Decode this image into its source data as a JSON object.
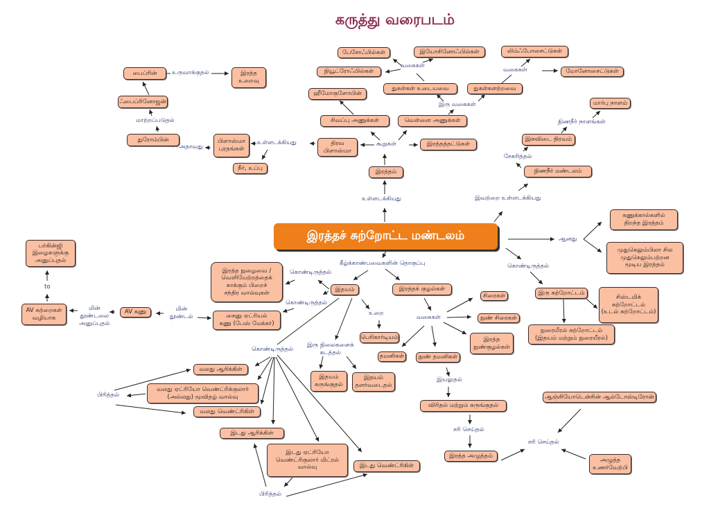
{
  "title": "கருத்து வரைபடம்",
  "central": "இரத்தச் சுற்றோட்ட மண்டலம்",
  "colors": {
    "box": "#fbbfa2",
    "central": "#ef7f1a",
    "title": "#8a2d52",
    "label": "#2b3770"
  },
  "nodes": {
    "fibrin": "பைப்ரின்",
    "clot": "இரத்த\nஉறைவு",
    "fibrinogen": "ஃபைப்ரினோஜன்",
    "thrombin": "துரோம்பின்",
    "plasma_proteins": "பிளாஸ்மா\nபுரதங்கள்",
    "water_salt": "நீர், உப்பு",
    "liquid_plasma": "திரவ\nபிளாஸ்மா",
    "blood": "இரத்தம்",
    "rbc": "சிவப்பு அணுக்கள்",
    "hemoglobin": "ஹீமோகுளோபின்",
    "wbc": "வெள்ளை அணுக்கள்",
    "platelets": "இரத்தத்தட்டுகள்",
    "granulocytes": "துகள்கள் உடையவை",
    "agranulocytes": "துகள்களற்றவை",
    "basophils": "பேசோஃபில்கள்",
    "neutrophils": "நியூட்ரோஃபில்கள்",
    "eosinophils": "இயோசினோஃபில்கள்",
    "lymphocytes": "லிம்ஃபோசைட்டுகள்",
    "monocytes": "மோனோசைட்டுகள்",
    "thoracic_duct": "மார்பு நாளம்",
    "tissue_fluid": "இசுவிடை திரவம்",
    "lymph_system": "நிணநீர் மண்டலம்",
    "open_blood": "கணுக்கால்களில்\nதிறந்த இரத்தம்",
    "closed_blood": "முதுகெலும்பிலா சில\nமுதுகெலும்பற்றன\nமூடிய இரத்தம்",
    "double_circ": "இரு சுற்றோட்டம்",
    "systemic": "சிஸ்டமிக்\nசுற்றோட்டம்\n(உடல் சுற்றோட்டம்)",
    "pulmonary": "நுரையீரல் சுற்றோட்டம்\n(இதயம் மற்றும் நுரையீரல்)",
    "heart": "இதயம்",
    "vessels": "இரத்தக் குழல்கள்",
    "veins": "சிரைகள்",
    "venules": "நுண் சிரைகள்",
    "capillaries": "இரத்த\nநுண்குழல்கள்",
    "arteries": "தமனிகள்",
    "arterioles": "நுண் தமனிகள்",
    "dilation": "விரிதல் மற்றும் சுருங்குதல்",
    "bp": "இரத்த அழுத்தம்",
    "angiotensin": "ஆஞ்சியோடென்சின் ஆல்டோஸ்டிரோன்",
    "baroreceptor": "அழுத்த\nஉணர்வேற்பி",
    "pericardium": "பெரிகார்டியம்",
    "systole": "இதயம்\nசுருங்குதல்",
    "diastole": "இதயம்\nதளர்வடைதல்",
    "valves": "இரத்த நுழைவை /\nவெளியேற்றத்தைக்\nகாக்கும் பிறைச்\nசந்திர வால்வுகள்",
    "sa_node": "சைனு ஏட்ரியல்\nகணு (பேஸ் மேக்கர்)",
    "av_node": "AV கணு",
    "av_bundle": "AV கற்றைகள்\nவழியாக",
    "purkinje": "பர்கின்ஜி\nஇழைகளுக்கு\nஅனுப்புதல்",
    "right_atrium": "வலது ஆரிக்கிள்",
    "tricuspid": "வலது ஏட்ரியோ வெண்ட்ரிக்குலார்\n(அல்லது) மூவிதழ் வால்வு",
    "right_ventricle": "வலது வெண்ட்ரிகிள்",
    "left_atrium": "இடது ஆரிக்கிள்",
    "mitral": "இடது ஏட்ரியோ\nவெண்ட்ரிகுலார் மிட்ரல்\nவால்வு",
    "left_ventricle": "இடது வெண்ட்ரிகிள்"
  },
  "labels": {
    "forming": "உருவாக்குதல்",
    "converted": "மாற்றப்படுதல்",
    "that_is": "அதாவது",
    "contains1": "உள்ளடக்கியது",
    "components": "கூறுகள்",
    "contains2": "உள்ளடக்கியது",
    "types1": "வகைகள்",
    "two_types": "இரு வகைகள்",
    "types2": "வகைகள்",
    "lymph_vessels": "நிணநீர் நாளங்கள்",
    "collecting": "சேகரித்தல்",
    "contains_these": "இவற்றை உள்ளடக்கியது",
    "is": "ஆனது",
    "having1": "கொண்டிருத்தல்",
    "collection": "கீழ்க்காண்பவைகளின் தொகுப்பு",
    "types3": "வகைகள்",
    "functions": "இயலுதல்",
    "regulate1": "சரி செய்தல்",
    "regulate2": "சரி செய்தல்",
    "cover": "உறை",
    "two_phases": "இரு நிலைகளைக்\nகடத்தல்",
    "having2": "கொண்டிருத்தல்",
    "having3": "கொண்டிருத்தல்",
    "impulse": "மின்\nதூண்டல்",
    "send_impulse": "மின்\nதூண்டலை\nஅனுப்புதல்",
    "to": "to",
    "having4": "கொண்டிருத்தல்",
    "separating1": "பிரித்தல்",
    "separating2": "பிரித்தல்"
  }
}
